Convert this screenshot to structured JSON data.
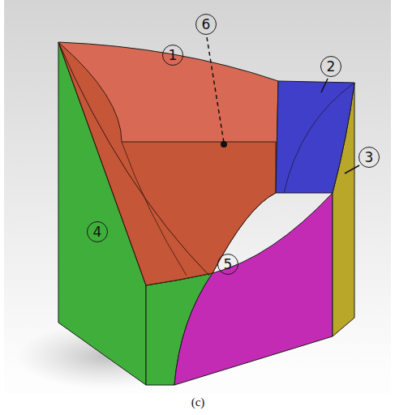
{
  "diagram": {
    "caption": "(c)",
    "labels": [
      "6",
      "1",
      "2",
      "3",
      "4",
      "5"
    ]
  }
}
